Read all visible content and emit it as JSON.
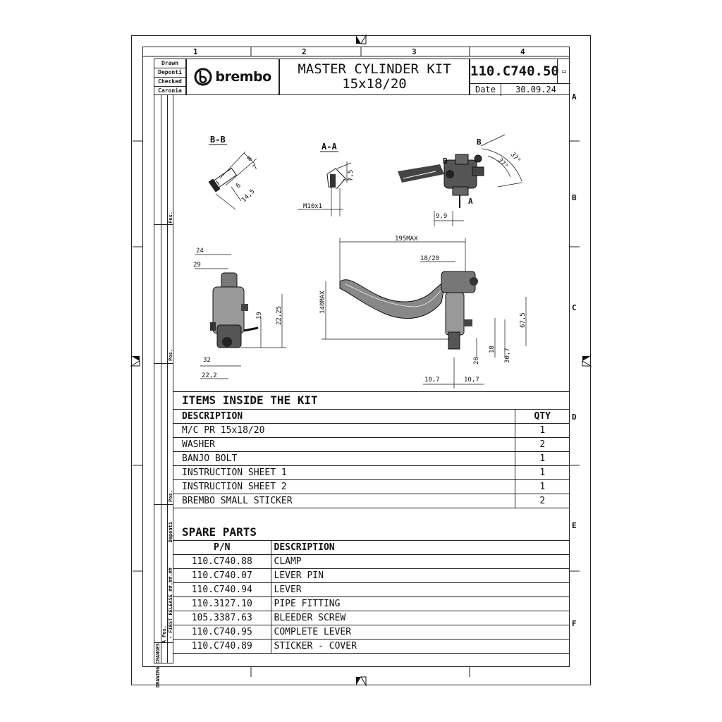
{
  "zones": {
    "columns": [
      "1",
      "2",
      "3",
      "4"
    ],
    "rows": [
      "A",
      "B",
      "C",
      "D",
      "E",
      "F"
    ]
  },
  "title_block": {
    "left_labels": [
      "Drawn",
      "Deponti",
      "Checked",
      "Caronia"
    ],
    "brand": "brembo",
    "title_line1": "MASTER CYLINDER KIT",
    "title_line2": "15x18/20",
    "part_number": "110.C740.50",
    "revision": "▭",
    "date_label": "Date",
    "date_value": "30.09.24"
  },
  "sidebar": {
    "pos_labels": [
      "Pos.",
      "Pos.",
      "Pos.",
      "A Pos."
    ],
    "deponti": "Deponti",
    "first_release": "- FIRST RELEASE ##.##.##",
    "drawing_changes": "DRAWING CHANGES"
  },
  "drawing": {
    "section_bb": "B-B",
    "section_aa": "A-A",
    "marker_b": "B",
    "marker_a": "A",
    "dims_bb": [
      "8",
      "7",
      "6",
      "14,5"
    ],
    "dims_aa": [
      "7,5",
      "M10x1"
    ],
    "dims_iso": [
      "37°",
      "37°",
      "9,9"
    ],
    "dims_side": [
      "24",
      "29",
      "22,25",
      "19",
      "32",
      "22,2"
    ],
    "dims_main": [
      "195MAX",
      "18/20",
      "140MAX",
      "67,5",
      "30,7",
      "18",
      "20",
      "10,7",
      "10,7"
    ]
  },
  "kit": {
    "title": "ITEMS INSIDE THE KIT",
    "col_description": "DESCRIPTION",
    "col_qty": "QTY",
    "rows": [
      {
        "description": "M/C PR 15x18/20",
        "qty": "1"
      },
      {
        "description": "WASHER",
        "qty": "2"
      },
      {
        "description": "BANJO BOLT",
        "qty": "1"
      },
      {
        "description": "INSTRUCTION SHEET 1",
        "qty": "1"
      },
      {
        "description": "INSTRUCTION SHEET 2",
        "qty": "1"
      },
      {
        "description": "BREMBO SMALL STICKER",
        "qty": "2"
      }
    ]
  },
  "spare": {
    "title": "SPARE PARTS",
    "col_pn": "P/N",
    "col_description": "DESCRIPTION",
    "rows": [
      {
        "pn": "110.C740.88",
        "description": "CLAMP"
      },
      {
        "pn": "110.C740.07",
        "description": "LEVER PIN"
      },
      {
        "pn": "110.C740.94",
        "description": "LEVER"
      },
      {
        "pn": "110.3127.10",
        "description": "PIPE FITTING"
      },
      {
        "pn": "105.3387.63",
        "description": "BLEEDER SCREW"
      },
      {
        "pn": "110.C740.95",
        "description": "COMPLETE LEVER"
      },
      {
        "pn": "110.C740.89",
        "description": "STICKER - COVER"
      }
    ]
  }
}
